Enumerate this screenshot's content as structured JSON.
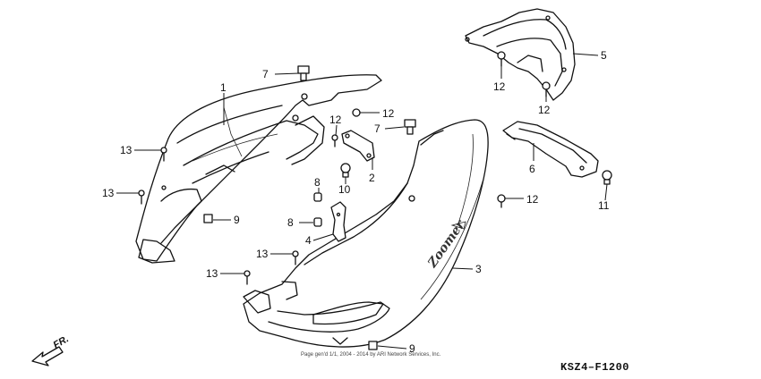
{
  "callouts": {
    "c1": "1",
    "c2": "2",
    "c3": "3",
    "c4": "4",
    "c5": "5",
    "c6": "6",
    "c7a": "7",
    "c7b": "7",
    "c8a": "8",
    "c8b": "8",
    "c9a": "9",
    "c9b": "9",
    "c10": "10",
    "c11": "11",
    "c12a": "12",
    "c12b": "12",
    "c12c": "12",
    "c12d": "12",
    "c12e": "12",
    "c13a": "13",
    "c13b": "13",
    "c13c": "13",
    "c13d": "13"
  },
  "direction_label": "FR.",
  "brand_mark": "Zoomer",
  "copyright": "Page gen'd 1/1, 2004 - 2014 by ARI Network Services, Inc.",
  "diagram_code": "KSZ4–F1200"
}
